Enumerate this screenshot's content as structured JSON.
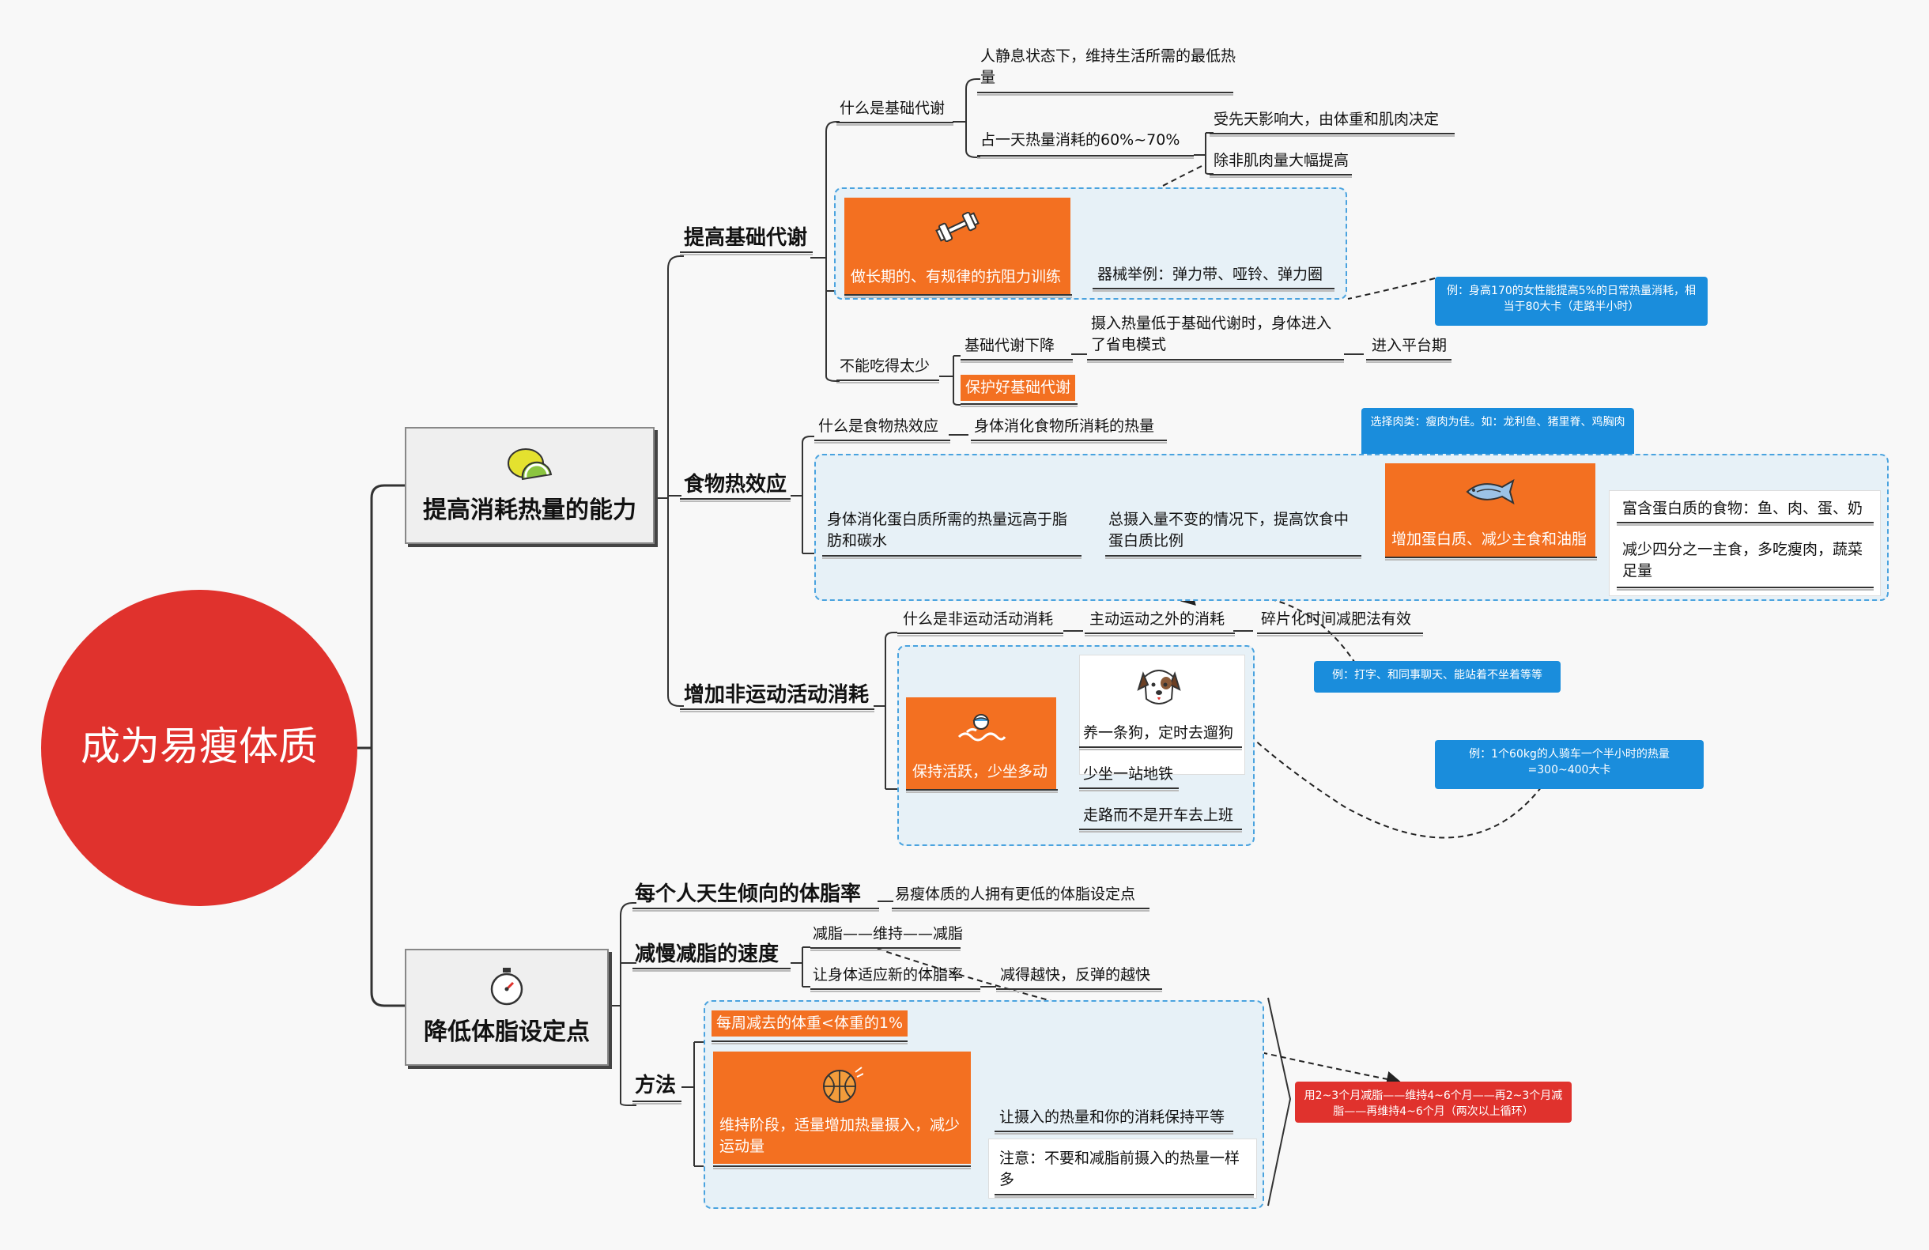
{
  "root": {
    "title": "成为易瘦体质"
  },
  "topics": {
    "t1": {
      "title": "提高消耗热量的能力",
      "icon": "lemon-icon"
    },
    "t2": {
      "title": "降低体脂设定点",
      "icon": "stopwatch-icon"
    }
  },
  "bmr": {
    "title": "提高基础代谢",
    "what": "什么是基础代谢",
    "def": "人静息状态下，维持生活所需的最低热量",
    "ratio": "占一天热量消耗的60%~70%",
    "factor1": "受先天影响大，由体重和肌肉决定",
    "factor2": "除非肌肉量大幅提高",
    "training": "做长期的、有规律的抗阻力训练",
    "equipment": "器械举例：弹力带、哑铃、弹力圈",
    "not_too_little": "不能吃得太少",
    "bmr_down": "基础代谢下降",
    "save_mode": "摄入热量低于基础代谢时，身体进入了省电模式",
    "plateau": "进入平台期",
    "protect": "保护好基础代谢",
    "note": "例：身高170的女性能提高5%的日常热量消耗，相当于80大卡（走路半小时）"
  },
  "tef": {
    "title": "食物热效应",
    "what": "什么是食物热效应",
    "def": "身体消化食物所消耗的热量",
    "protein_more": "身体消化蛋白质所需的热量远高于脂肪和碳水",
    "protein_ratio": "总摄入量不变的情况下，提高饮食中蛋白质比例",
    "action": "增加蛋白质、减少主食和油脂",
    "foods": "富含蛋白质的食物：鱼、肉、蛋、奶",
    "less_staple": "减少四分之一主食，多吃瘦肉，蔬菜足量",
    "note": "选择肉类：瘦肉为佳。如：龙利鱼、猪里脊、鸡胸肉"
  },
  "neat": {
    "title": "增加非运动活动消耗",
    "what": "什么是非运动活动消耗",
    "def": "主动运动之外的消耗",
    "fragment": "碎片化时间减肥法有效",
    "active": "保持活跃，少坐多动",
    "dog": "养一条狗，定时去遛狗",
    "subway": "少坐一站地铁",
    "walk": "走路而不是开车去上班",
    "note1": "例：打字、和同事聊天、能站着不坐着等等",
    "note2": "例：1个60kg的人骑车一个半小时的热量=300~400大卡"
  },
  "setpoint": {
    "tendency": "每个人天生倾向的体脂率",
    "lower": "易瘦体质的人拥有更低的体脂设定点",
    "slow": "减慢减脂的速度",
    "cycle": "减脂——维持——减脂",
    "adapt": "让身体适应新的体脂率",
    "rebound": "减得越快，反弹的越快",
    "method": "方法",
    "weekly": "每周减去的体重<体重的1%",
    "maintain": "维持阶段，适量增加热量摄入，减少运动量",
    "balance": "让摄入的热量和你的消耗保持平等",
    "careful": "注意：不要和减脂前摄入的热量一样多",
    "note": "用2~3个月减脂——维持4~6个月——再2~3个月减脂——再维持4~6个月（两次以上循环）"
  },
  "colors": {
    "orange": "#f37021",
    "red": "#e0322d",
    "blue": "#1a8ddc",
    "dash": "#4aa3df"
  }
}
